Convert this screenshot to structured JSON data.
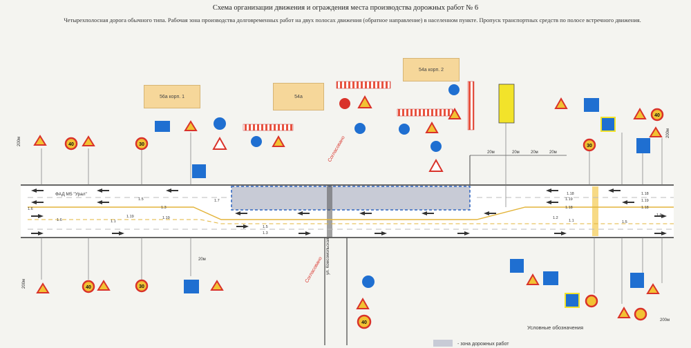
{
  "title": "Схема организации движения и ограждения места производства дорожных работ № 6",
  "subtitle": "Четырехполосная дорога обычного типа. Рабочая зона производства долговременных работ на двух полосах движения (обратное направление) в населенном пункте. Пропуск транспортных средств по полосе встречного движения.",
  "buildings": [
    "56а корп. 1",
    "54а",
    "54а корп. 2"
  ],
  "road_name": "ФАД М5 \"Урал\"",
  "cross_street": "ул. Комсомольская",
  "speed_limits": [
    "40",
    "30",
    "40",
    "30",
    "40",
    "30",
    "40"
  ],
  "distances": [
    "200м",
    "200м",
    "200м",
    "200м"
  ],
  "segment_lengths": [
    "20м",
    "20м",
    "20м",
    "20м",
    "20м"
  ],
  "markings": [
    "1.5",
    "1.3",
    "1.6",
    "1.1",
    "1.19",
    "1.19",
    "1.7",
    "1.18",
    "1.18",
    "1.19",
    "1.18",
    "1.18",
    "1.19",
    "1.2",
    "1.1",
    "1.5",
    "1.6",
    "1.5",
    "1.3",
    "1.6"
  ],
  "stamp_text": "Согласовано",
  "legend": {
    "title": "Условные обозначения",
    "work_zone": "- зона дорожных работ"
  },
  "colors": {
    "road": "#ffffff",
    "work_zone": "#c8cbd6",
    "sign_red": "#d9322a",
    "sign_blue": "#1f6fd1",
    "sign_yellow": "#f2c233",
    "building": "#f6d79a"
  }
}
